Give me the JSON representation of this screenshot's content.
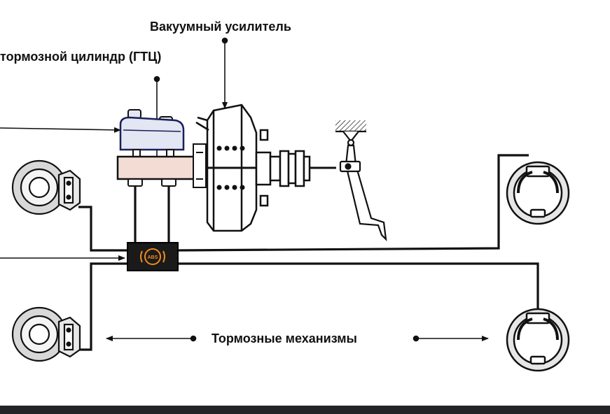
{
  "labels": {
    "vacuum_booster": "Вакуумный усилитель",
    "master_cylinder": "тормозной цилиндр (ГТЦ)",
    "brake_mechanisms": "Тормозные механизмы",
    "abs_badge": "ABS"
  },
  "colors": {
    "line": "#111111",
    "reservoir": "#e3e6f3",
    "master_cylinder_body": "#f3dcd4",
    "abs_unit": "#1a1a1a",
    "abs_icon": "#f08a1c",
    "footer": "#222427"
  },
  "icons": [
    "disc-brake-icon",
    "drum-brake-icon",
    "abs-icon",
    "brake-pedal-icon"
  ]
}
